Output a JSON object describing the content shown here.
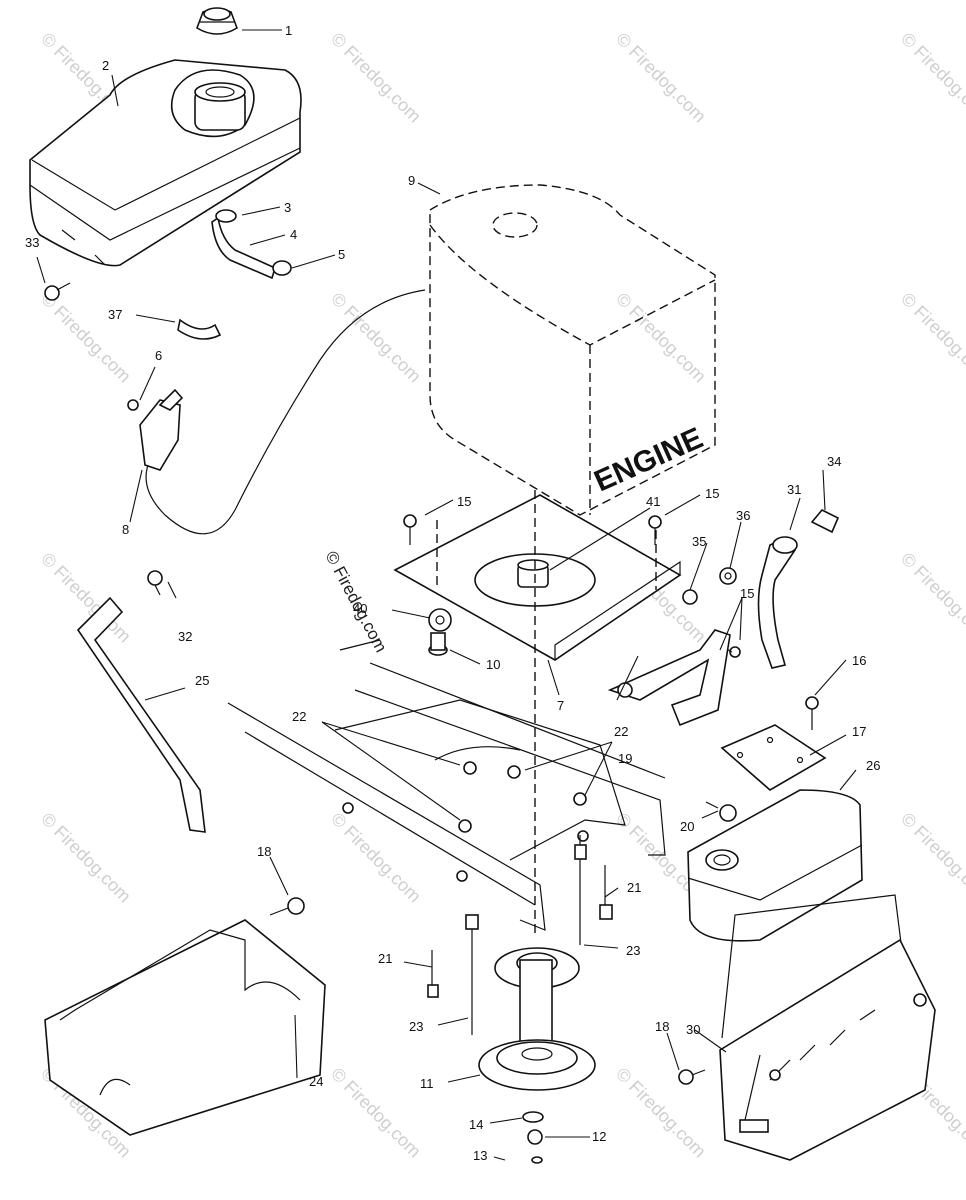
{
  "engine_label": "ENGINE",
  "watermark": "© Firedog.com",
  "callouts": [
    "1",
    "2",
    "3",
    "4",
    "5",
    "6",
    "7",
    "8",
    "9",
    "10",
    "11",
    "12",
    "13",
    "14",
    "15",
    "15",
    "15",
    "16",
    "17",
    "18",
    "18",
    "19",
    "20",
    "21",
    "21",
    "22",
    "22",
    "23",
    "23",
    "24",
    "25",
    "26",
    "30",
    "31",
    "32",
    "33",
    "34",
    "35",
    "36",
    "37",
    "40",
    "41"
  ]
}
